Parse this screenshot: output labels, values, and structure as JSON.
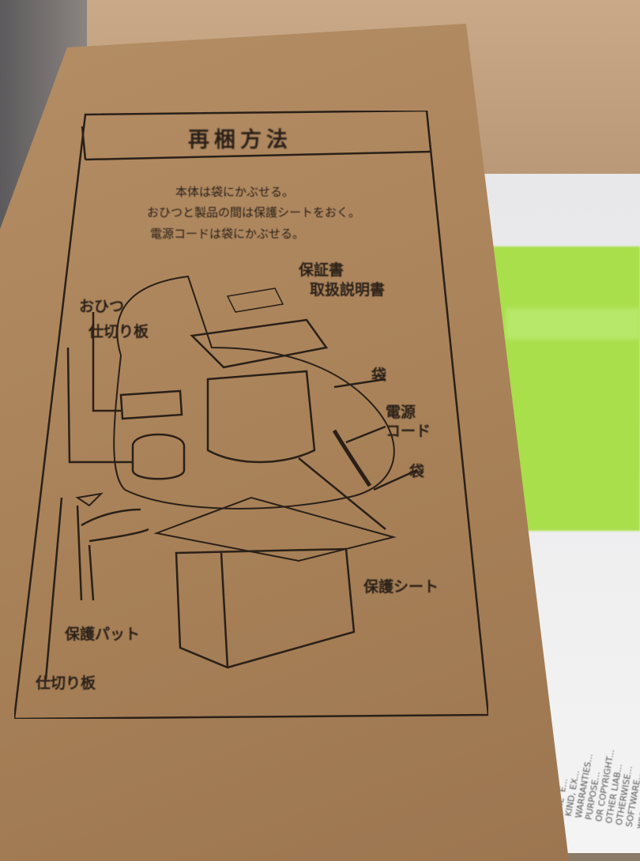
{
  "box": {
    "title": "再梱方法",
    "instructions": [
      "本体は袋にかぶせる。",
      "おひつと製品の間は保護シートをおく。",
      "電源コードは袋にかぶせる。"
    ],
    "labels": {
      "warranty": "保証書",
      "manual": "取扱説明書",
      "ohitsu": "おひつ",
      "divider_top": "仕切り板",
      "bag_top": "袋",
      "power_cord": "電源\nコード",
      "bag_cord": "袋",
      "protective_sheet": "保護シート",
      "protective_pad": "保護パット",
      "divider_bottom": "仕切り板"
    }
  },
  "background_paper": {
    "fine_print": "THE  E...\nKIND, EX...\nWARRANTIES...\nPURPOSE...\nOR COPYRIGHT...\nOTHER LIAB...\nOTHERWISE...\nSOFTWARE...\nwpa_supplicant"
  },
  "colors": {
    "cardboard": "#a98259",
    "ink": "#2a2018",
    "green": "#a9df4a"
  }
}
